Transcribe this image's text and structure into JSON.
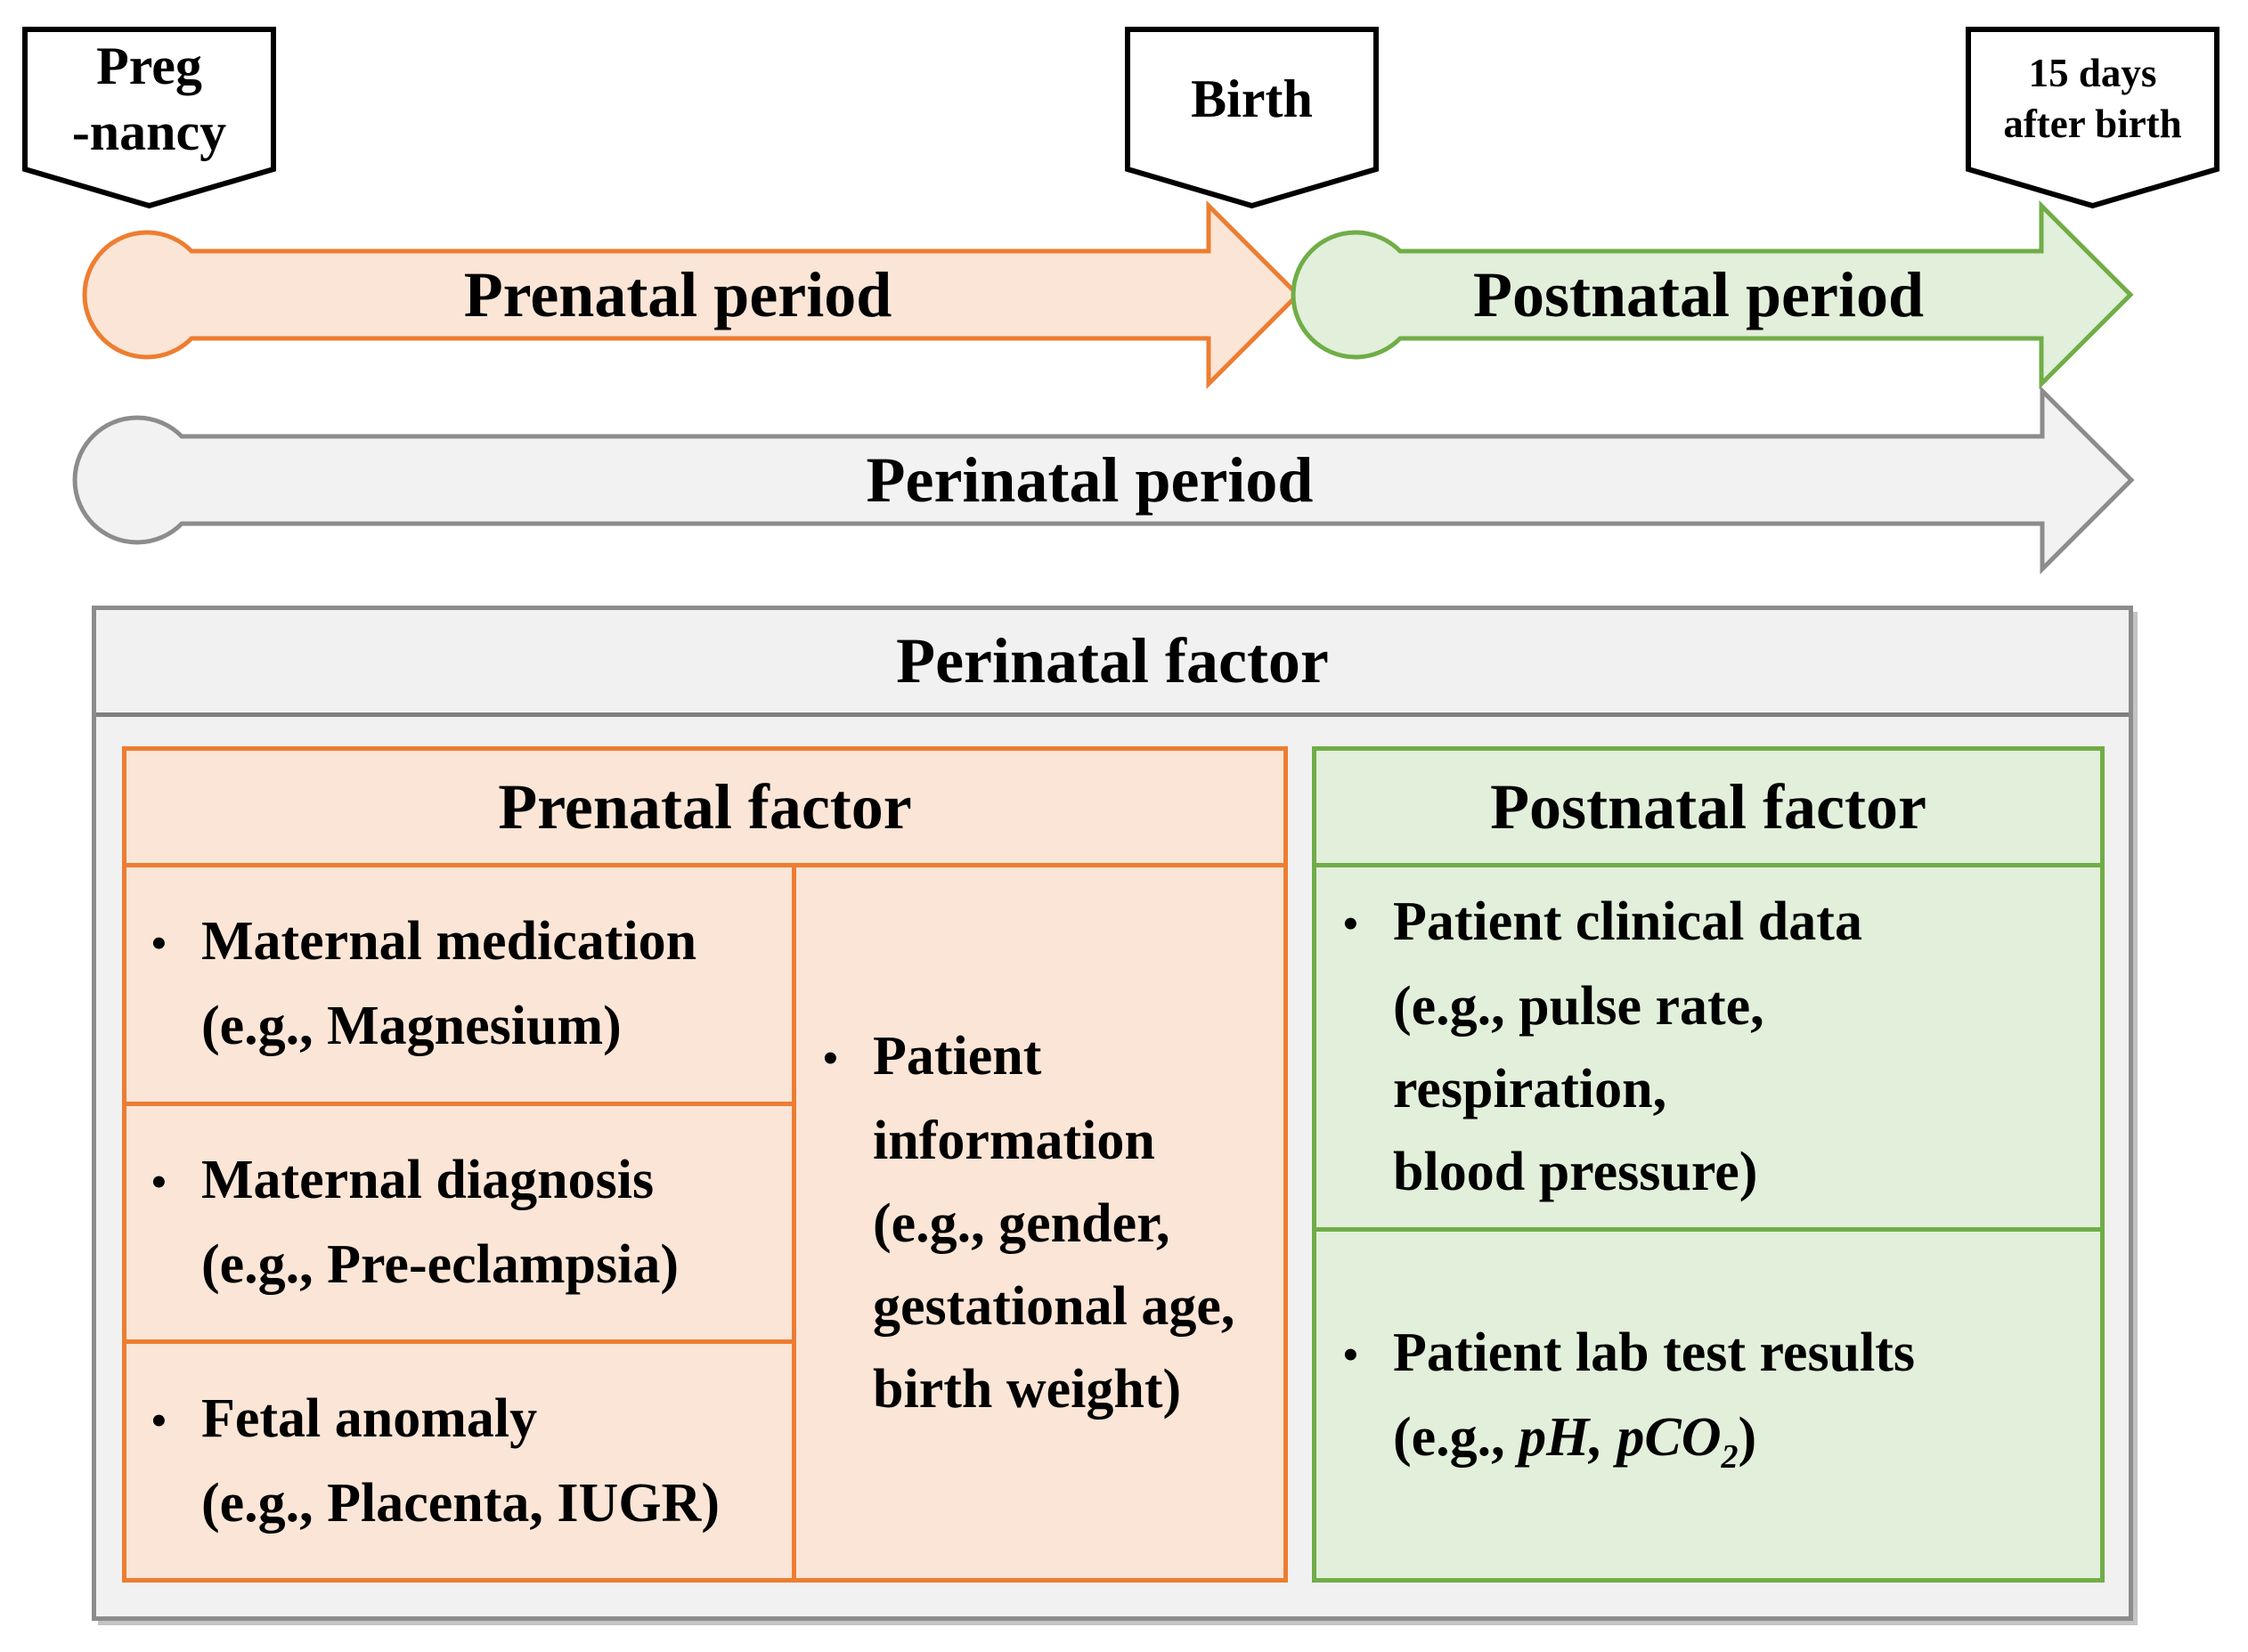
{
  "colors": {
    "orange_border": "#ED7D31",
    "orange_fill": "#FBE5D6",
    "green_border": "#70AD47",
    "green_fill": "#E2EFDA",
    "gray_border": "#8C8C8C",
    "gray_fill": "#F2F2F2",
    "outer_border": "#8C8C8C",
    "outer_fill": "#F1F1F2",
    "header_divider": "#7F7F7F",
    "marker_border": "#000000",
    "marker_fill": "#FFFFFF",
    "text": "#000000"
  },
  "bullet": "•",
  "timeline": {
    "markers": [
      {
        "name": "pregnancy",
        "lines": [
          "Preg",
          "-nancy"
        ]
      },
      {
        "name": "birth",
        "lines": [
          "Birth"
        ]
      },
      {
        "name": "15-days-after-birth",
        "lines": [
          "15 days",
          "after birth"
        ]
      }
    ],
    "periods": [
      {
        "name": "prenatal",
        "label": "Prenatal period"
      },
      {
        "name": "postnatal",
        "label": "Postnatal period"
      },
      {
        "name": "perinatal",
        "label": "Perinatal period"
      }
    ]
  },
  "factor_box": {
    "title": "Perinatal factor",
    "prenatal": {
      "title": "Prenatal factor",
      "cells": [
        {
          "line1": "Maternal medication",
          "line2": "(e.g., Magnesium)"
        },
        {
          "line1": "Maternal diagnosis",
          "line2": "(e.g., Pre-eclampsia)"
        },
        {
          "line1": "Fetal anomaly",
          "line2": "(e.g., Placenta, IUGR)"
        }
      ],
      "patient_info": {
        "line1": "Patient",
        "line2": "information",
        "line3": "(e.g., gender,",
        "line4": "gestational age,",
        "line5": "birth weight)"
      }
    },
    "postnatal": {
      "title": "Postnatal factor",
      "clinical": {
        "line1": "Patient clinical data",
        "line2": "(e.g., pulse rate,",
        "line3": "respiration,",
        "line4": "blood pressure)"
      },
      "lab": {
        "line1": "Patient lab test results",
        "line2_prefix": "(e.g., ",
        "line2_math": "pH, pCO",
        "line2_sub": "2",
        "line2_suffix": ")"
      }
    }
  }
}
